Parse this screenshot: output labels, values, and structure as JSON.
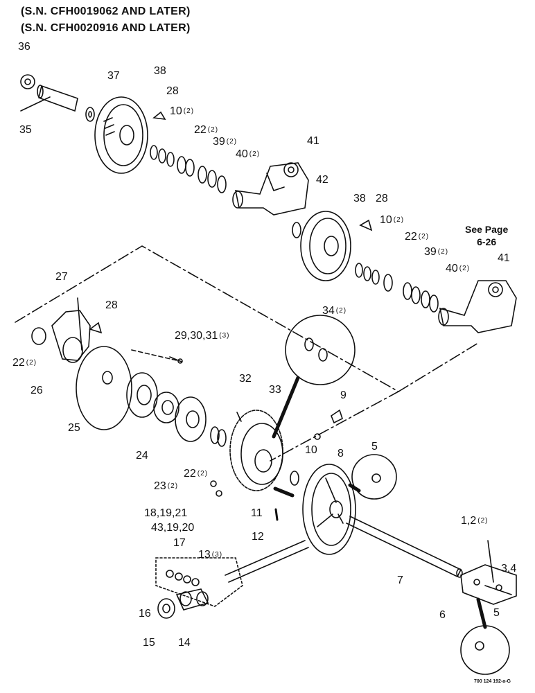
{
  "header": {
    "line1": "(S.N. CFH0019062 AND LATER)",
    "line2": "(S.N. CFH0020916 AND LATER)"
  },
  "see_page": {
    "line1": "See Page",
    "line2": "6-26"
  },
  "figure_code": "700 124 192-a-G",
  "callouts": [
    {
      "id": "c36",
      "text": "36",
      "qty": ""
    },
    {
      "id": "c35",
      "text": "35",
      "qty": ""
    },
    {
      "id": "c37",
      "text": "37",
      "qty": ""
    },
    {
      "id": "c38a",
      "text": "38",
      "qty": ""
    },
    {
      "id": "c28a",
      "text": "28",
      "qty": ""
    },
    {
      "id": "c10a",
      "text": "10",
      "qty": "(2)"
    },
    {
      "id": "c22a",
      "text": "22",
      "qty": "(2)"
    },
    {
      "id": "c39a",
      "text": "39",
      "qty": "(2)"
    },
    {
      "id": "c40a",
      "text": "40",
      "qty": "(2)"
    },
    {
      "id": "c41a",
      "text": "41",
      "qty": ""
    },
    {
      "id": "c42",
      "text": "42",
      "qty": ""
    },
    {
      "id": "c38b",
      "text": "38",
      "qty": ""
    },
    {
      "id": "c28b",
      "text": "28",
      "qty": ""
    },
    {
      "id": "c10b",
      "text": "10",
      "qty": "(2)"
    },
    {
      "id": "c22b",
      "text": "22",
      "qty": "(2)"
    },
    {
      "id": "c39b",
      "text": "39",
      "qty": "(2)"
    },
    {
      "id": "c40b",
      "text": "40",
      "qty": "(2)"
    },
    {
      "id": "c41b",
      "text": "41",
      "qty": ""
    },
    {
      "id": "c27",
      "text": "27",
      "qty": ""
    },
    {
      "id": "c28c",
      "text": "28",
      "qty": ""
    },
    {
      "id": "c22c",
      "text": "22",
      "qty": "(2)"
    },
    {
      "id": "c26",
      "text": "26",
      "qty": ""
    },
    {
      "id": "c29",
      "text": "29,30,31",
      "qty": "(3)"
    },
    {
      "id": "c34",
      "text": "34",
      "qty": "(2)"
    },
    {
      "id": "c25",
      "text": "25",
      "qty": ""
    },
    {
      "id": "c32",
      "text": "32",
      "qty": ""
    },
    {
      "id": "c33",
      "text": "33",
      "qty": ""
    },
    {
      "id": "c9",
      "text": "9",
      "qty": ""
    },
    {
      "id": "c24",
      "text": "24",
      "qty": ""
    },
    {
      "id": "c10c",
      "text": "10",
      "qty": ""
    },
    {
      "id": "c22d",
      "text": "22",
      "qty": "(2)"
    },
    {
      "id": "c8",
      "text": "8",
      "qty": ""
    },
    {
      "id": "c5a",
      "text": "5",
      "qty": ""
    },
    {
      "id": "c23",
      "text": "23",
      "qty": "(2)"
    },
    {
      "id": "c18",
      "text": "18,19,21",
      "qty": ""
    },
    {
      "id": "c43",
      "text": "43,19,20",
      "qty": ""
    },
    {
      "id": "c11",
      "text": "11",
      "qty": ""
    },
    {
      "id": "c12",
      "text": "12",
      "qty": ""
    },
    {
      "id": "c1",
      "text": "1,2",
      "qty": "(2)"
    },
    {
      "id": "c17",
      "text": "17",
      "qty": ""
    },
    {
      "id": "c13",
      "text": "13",
      "qty": "(3)"
    },
    {
      "id": "c3",
      "text": "3,4",
      "qty": ""
    },
    {
      "id": "c7",
      "text": "7",
      "qty": ""
    },
    {
      "id": "c16",
      "text": "16",
      "qty": ""
    },
    {
      "id": "c6",
      "text": "6",
      "qty": ""
    },
    {
      "id": "c5b",
      "text": "5",
      "qty": ""
    },
    {
      "id": "c15",
      "text": "15",
      "qty": ""
    },
    {
      "id": "c14",
      "text": "14",
      "qty": ""
    }
  ]
}
